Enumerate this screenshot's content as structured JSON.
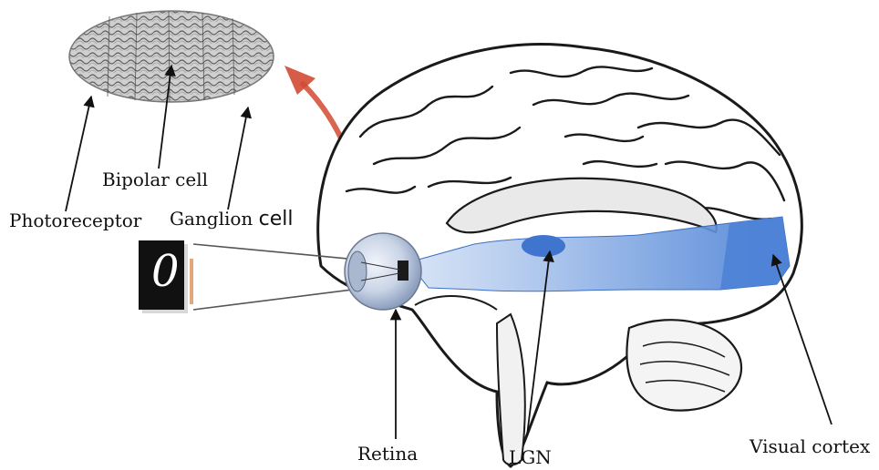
{
  "labels": {
    "photoreceptor": "Photoreceptor",
    "bipolar_cell": "Bipolar cell",
    "ganglion_cell_prefix": "Ganglion ",
    "ganglion_cell_suffix": "cell",
    "retina": "Retina",
    "lgn": "LGN",
    "visual_cortex": "Visual cortex"
  },
  "colors": {
    "pathway": "#4d82d6",
    "lgn_blob": "#3f74cf",
    "pointer_arrow": "#d24a33",
    "ink": "#111111",
    "card_bg": "#111111",
    "card_border": "#d8d8d8",
    "screen_bar": "#e3a87a"
  },
  "stimulus": {
    "digit": "0"
  }
}
